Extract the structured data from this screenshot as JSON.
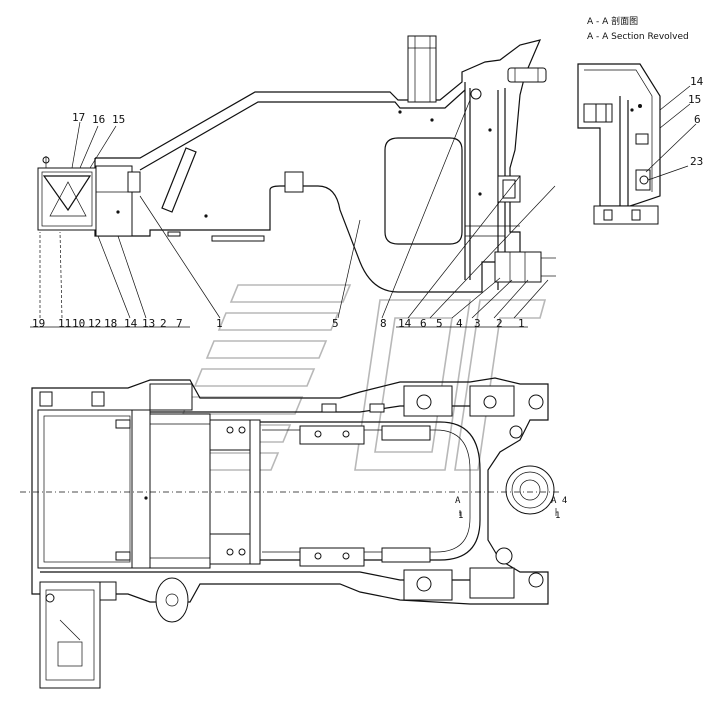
{
  "section_titles": {
    "line1": "A - A 剖面图",
    "line2": "A - A Section Revolved"
  },
  "upper_view_labels": [
    "19",
    "11",
    "10",
    "12",
    "18",
    "14",
    "13",
    "2",
    "7",
    "1",
    "5",
    "8",
    "14",
    "6",
    "5",
    "4",
    "3",
    "2",
    "1"
  ],
  "top_left_labels": [
    "17",
    "16",
    "15"
  ],
  "section_labels": [
    "14",
    "15",
    "6",
    "23"
  ],
  "plan_view_labels": {
    "section_marker_a": "A",
    "section_marker_1": "1",
    "right_label_a": "A 4",
    "right_label_1": "1"
  },
  "colors": {
    "line": "#111111",
    "watermark": "#b8b8b8",
    "background": "#ffffff"
  }
}
